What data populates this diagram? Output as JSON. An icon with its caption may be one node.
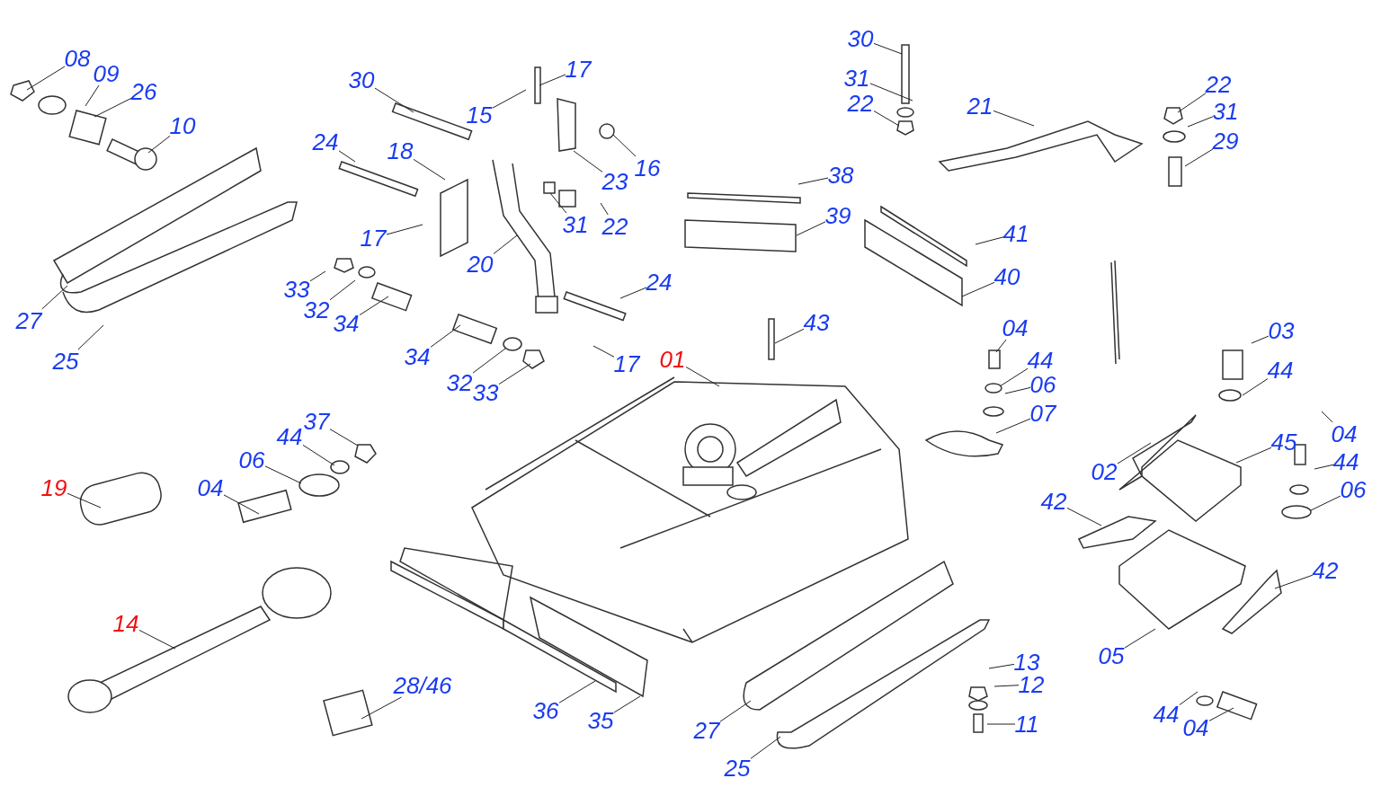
{
  "diagram": {
    "nodes": [
      {
        "text": [
          "08"
        ]
      },
      {
        "text": [
          "09"
        ]
      },
      {
        "text": [
          "26"
        ]
      },
      {
        "text": [
          "10"
        ]
      },
      {
        "text": [
          "30"
        ]
      },
      {
        "text": [
          "17"
        ]
      },
      {
        "text": [
          "15"
        ]
      },
      {
        "text": [
          "30"
        ]
      },
      {
        "text": [
          "31"
        ]
      },
      {
        "text": [
          "22"
        ]
      },
      {
        "text": [
          "21"
        ]
      },
      {
        "text": [
          "22"
        ]
      },
      {
        "text": [
          "31"
        ]
      },
      {
        "text": [
          "29"
        ]
      },
      {
        "text": [
          "24"
        ]
      },
      {
        "text": [
          "18"
        ]
      },
      {
        "text": [
          "16"
        ]
      },
      {
        "text": [
          "23"
        ]
      },
      {
        "text": [
          "38"
        ]
      },
      {
        "text": [
          "31"
        ]
      },
      {
        "text": [
          "22"
        ]
      },
      {
        "text": [
          "39"
        ]
      },
      {
        "text": [
          "41"
        ]
      },
      {
        "text": [
          "17"
        ]
      },
      {
        "text": [
          "20"
        ]
      },
      {
        "text": [
          "40"
        ]
      },
      {
        "text": [
          "24"
        ]
      },
      {
        "text": [
          "33"
        ]
      },
      {
        "text": [
          "32"
        ]
      },
      {
        "text": [
          "34"
        ]
      },
      {
        "text": [
          "27"
        ]
      },
      {
        "text": [
          "43"
        ]
      },
      {
        "text": [
          "04"
        ]
      },
      {
        "text": [
          "03"
        ]
      },
      {
        "text": [
          "34"
        ]
      },
      {
        "text": [
          "17"
        ]
      },
      {
        "text": [
          "01"
        ]
      },
      {
        "text": [
          "25"
        ]
      },
      {
        "text": [
          "44"
        ]
      },
      {
        "text": [
          "44"
        ]
      },
      {
        "text": [
          "32"
        ]
      },
      {
        "text": [
          "33"
        ]
      },
      {
        "text": [
          "06"
        ]
      },
      {
        "text": [
          "07"
        ]
      },
      {
        "text": [
          "37"
        ]
      },
      {
        "text": [
          "44"
        ]
      },
      {
        "text": [
          "45"
        ]
      },
      {
        "text": [
          "04"
        ]
      },
      {
        "text": [
          "06"
        ]
      },
      {
        "text": [
          "44"
        ]
      },
      {
        "text": [
          "02"
        ]
      },
      {
        "text": [
          "19"
        ]
      },
      {
        "text": [
          "04"
        ]
      },
      {
        "text": [
          "06"
        ]
      },
      {
        "text": [
          "42"
        ]
      },
      {
        "text": [
          "42"
        ]
      },
      {
        "text": [
          "14"
        ]
      },
      {
        "text": [
          "05"
        ]
      },
      {
        "text": [
          "13"
        ]
      },
      {
        "text": [
          "28/46"
        ]
      },
      {
        "text": [
          "12"
        ]
      },
      {
        "text": [
          "36"
        ]
      },
      {
        "text": [
          "11"
        ]
      },
      {
        "text": [
          "35"
        ]
      },
      {
        "text": [
          "27"
        ]
      },
      {
        "text": [
          "44"
        ]
      },
      {
        "text": [
          "04"
        ]
      },
      {
        "text": [
          "25"
        ]
      }
    ],
    "edges": [
      {
        "from": 0,
        "to": null,
        "arrow": "none"
      },
      {
        "from": 1,
        "to": null,
        "arrow": "none"
      },
      {
        "from": 2,
        "to": null,
        "arrow": "none"
      },
      {
        "from": 3,
        "to": null,
        "arrow": "none"
      },
      {
        "from": 4,
        "to": null,
        "arrow": "none"
      },
      {
        "from": 5,
        "to": null,
        "arrow": "none"
      },
      {
        "from": 6,
        "to": null,
        "arrow": "none"
      },
      {
        "from": 7,
        "to": null,
        "arrow": "none"
      },
      {
        "from": 8,
        "to": null,
        "arrow": "none"
      },
      {
        "from": 9,
        "to": null,
        "arrow": "none"
      },
      {
        "from": 10,
        "to": null,
        "arrow": "none"
      },
      {
        "from": 11,
        "to": null,
        "arrow": "none"
      },
      {
        "from": 12,
        "to": null,
        "arrow": "none"
      },
      {
        "from": 13,
        "to": null,
        "arrow": "none"
      },
      {
        "from": 14,
        "to": null,
        "arrow": "none"
      },
      {
        "from": 15,
        "to": null,
        "arrow": "none"
      },
      {
        "from": 16,
        "to": null,
        "arrow": "none"
      },
      {
        "from": 17,
        "to": null,
        "arrow": "none"
      },
      {
        "from": 18,
        "to": null,
        "arrow": "none"
      },
      {
        "from": 19,
        "to": null,
        "arrow": "none"
      },
      {
        "from": 20,
        "to": null,
        "arrow": "none"
      },
      {
        "from": 21,
        "to": null,
        "arrow": "none"
      },
      {
        "from": 22,
        "to": null,
        "arrow": "none"
      },
      {
        "from": 23,
        "to": null,
        "arrow": "none"
      },
      {
        "from": 24,
        "to": null,
        "arrow": "none"
      },
      {
        "from": 25,
        "to": null,
        "arrow": "none"
      },
      {
        "from": 26,
        "to": null,
        "arrow": "none"
      },
      {
        "from": 27,
        "to": null,
        "arrow": "none"
      },
      {
        "from": 28,
        "to": null,
        "arrow": "none"
      },
      {
        "from": 29,
        "to": null,
        "arrow": "none"
      },
      {
        "from": 30,
        "to": null,
        "arrow": "none"
      },
      {
        "from": 31,
        "to": null,
        "arrow": "none"
      },
      {
        "from": 32,
        "to": null,
        "arrow": "none"
      },
      {
        "from": 33,
        "to": null,
        "arrow": "none"
      },
      {
        "from": 34,
        "to": null,
        "arrow": "none"
      },
      {
        "from": 35,
        "to": null,
        "arrow": "none"
      },
      {
        "from": 36,
        "to": null,
        "arrow": "none"
      },
      {
        "from": 37,
        "to": null,
        "arrow": "none"
      },
      {
        "from": 38,
        "to": null,
        "arrow": "none"
      },
      {
        "from": 39,
        "to": null,
        "arrow": "none"
      },
      {
        "from": 40,
        "to": null,
        "arrow": "none"
      },
      {
        "from": 41,
        "to": null,
        "arrow": "none"
      },
      {
        "from": 42,
        "to": null,
        "arrow": "none"
      },
      {
        "from": 43,
        "to": null,
        "arrow": "none"
      },
      {
        "from": 44,
        "to": null,
        "arrow": "none"
      },
      {
        "from": 45,
        "to": null,
        "arrow": "none"
      },
      {
        "from": 46,
        "to": null,
        "arrow": "none"
      },
      {
        "from": 47,
        "to": null,
        "arrow": "none"
      },
      {
        "from": 48,
        "to": null,
        "arrow": "none"
      },
      {
        "from": 49,
        "to": null,
        "arrow": "none"
      },
      {
        "from": 50,
        "to": null,
        "arrow": "none"
      },
      {
        "from": 51,
        "to": null,
        "arrow": "none"
      },
      {
        "from": 52,
        "to": null,
        "arrow": "none"
      },
      {
        "from": 53,
        "to": null,
        "arrow": "none"
      },
      {
        "from": 54,
        "to": null,
        "arrow": "none"
      },
      {
        "from": 55,
        "to": null,
        "arrow": "none"
      },
      {
        "from": 56,
        "to": null,
        "arrow": "none"
      },
      {
        "from": 57,
        "to": null,
        "arrow": "none"
      },
      {
        "from": 58,
        "to": null,
        "arrow": "none"
      },
      {
        "from": 59,
        "to": null,
        "arrow": "none"
      },
      {
        "from": 60,
        "to": null,
        "arrow": "none"
      },
      {
        "from": 61,
        "to": null,
        "arrow": "none"
      },
      {
        "from": 62,
        "to": null,
        "arrow": "none"
      },
      {
        "from": 63,
        "to": null,
        "arrow": "none"
      },
      {
        "from": 64,
        "to": null,
        "arrow": "none"
      },
      {
        "from": 65,
        "to": null,
        "arrow": "none"
      },
      {
        "from": 66,
        "to": null,
        "arrow": "none"
      },
      {
        "from": 67,
        "to": null,
        "arrow": "none"
      }
    ]
  }
}
